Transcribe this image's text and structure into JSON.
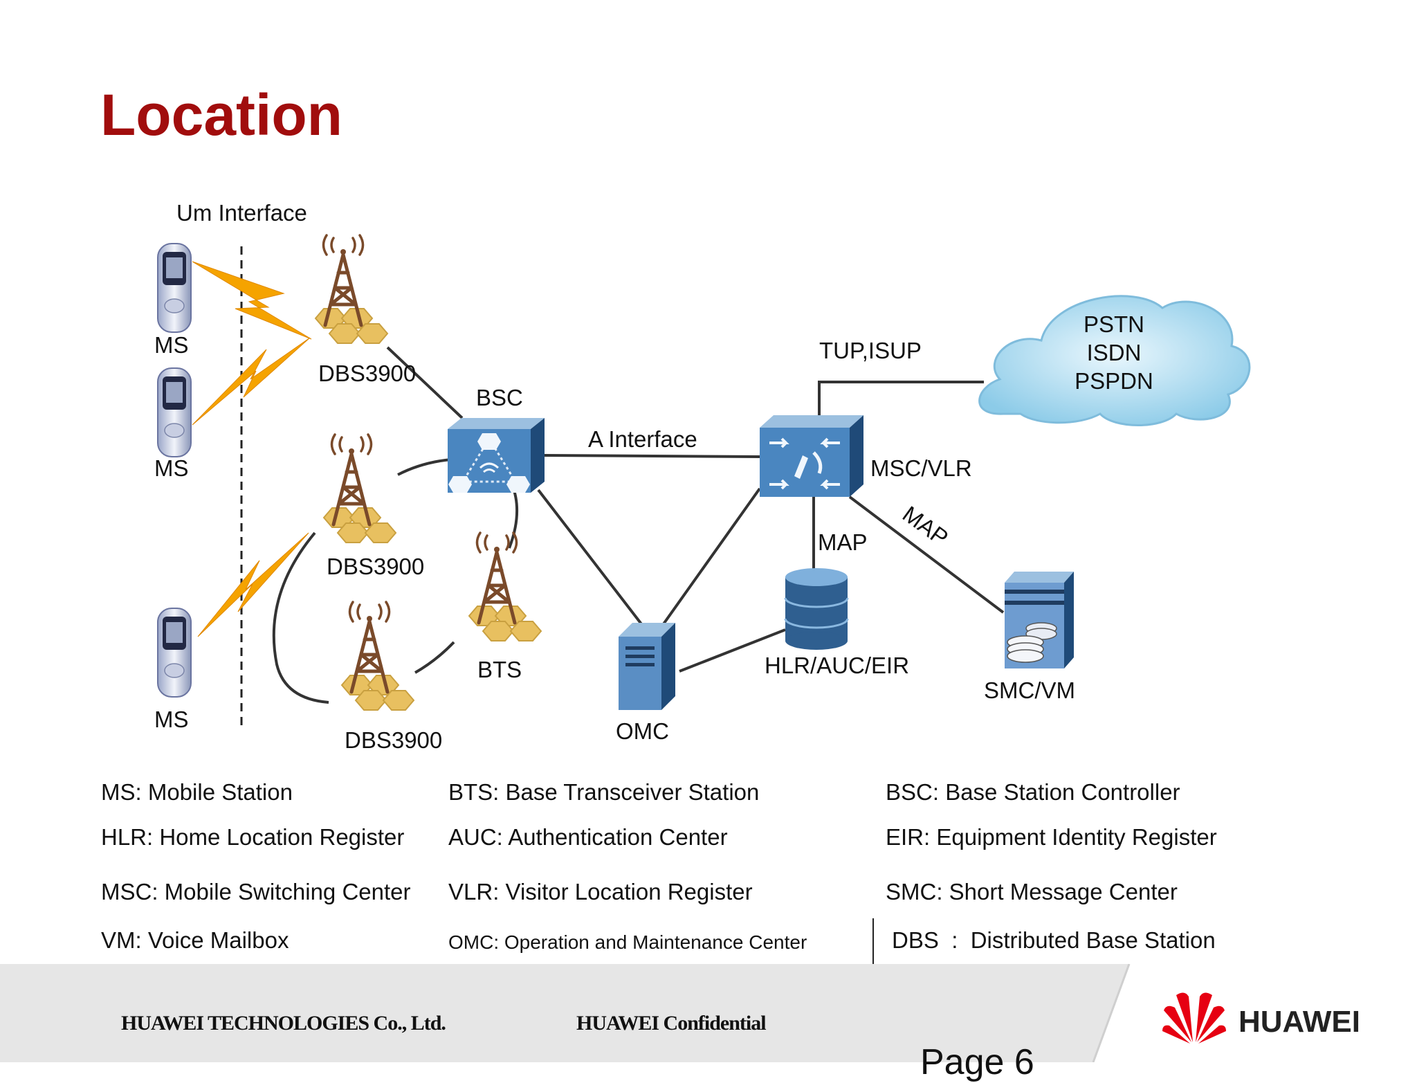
{
  "title": "Location",
  "diagram": {
    "um_interface": "Um Interface",
    "a_interface": "A Interface",
    "tup_isup": "TUP,ISUP",
    "map_vertical": "MAP",
    "map_diagonal": "MAP",
    "ms_labels": [
      "MS",
      "MS",
      "MS"
    ],
    "dbs_labels": [
      "DBS3900",
      "DBS3900",
      "DBS3900"
    ],
    "bsc": "BSC",
    "bts": "BTS",
    "omc": "OMC",
    "msc_vlr": "MSC/VLR",
    "hlr_auc_eir": "HLR/AUC/EIR",
    "smc_vm": "SMC/VM",
    "cloud_lines": [
      "PSTN",
      "ISDN",
      "PSPDN"
    ]
  },
  "legend": [
    "MS: Mobile Station",
    "BTS: Base Transceiver Station",
    "BSC: Base Station Controller",
    "HLR: Home Location Register",
    "AUC: Authentication Center",
    "EIR: Equipment Identity Register",
    "MSC: Mobile Switching Center",
    "VLR: Visitor Location Register",
    "SMC: Short  Message Center",
    "VM: Voice Mailbox",
    "OMC: Operation and Maintenance Center",
    "DBS  :  Distributed Base Station"
  ],
  "footer": {
    "company": "HUAWEI TECHNOLOGIES Co., Ltd.",
    "confidential": "HUAWEI Confidential",
    "page": "Page 6",
    "logo": "HUAWEI"
  },
  "colors": {
    "title": "#a10d0d",
    "device_blue": "#4a7fb0",
    "lightning": "#f5a300",
    "tower": "#7a4a2a",
    "hex_gold": "#e8c060",
    "cloud": "#a8d8f0",
    "logo_red": "#e60012"
  }
}
